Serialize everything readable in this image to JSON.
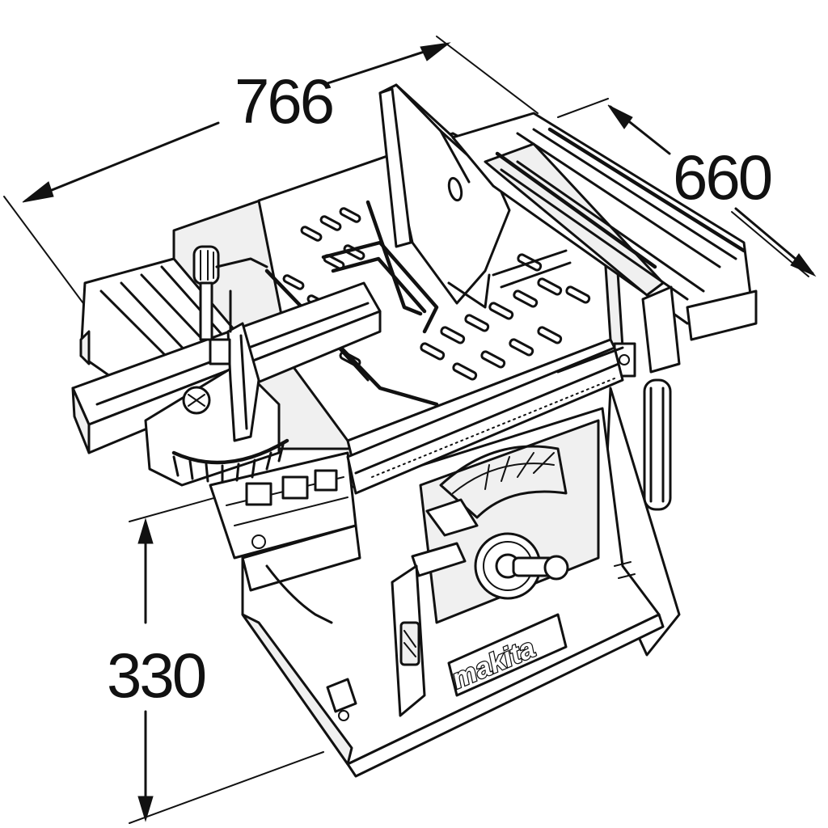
{
  "dimensions": {
    "length": "766",
    "depth": "660",
    "height": "330"
  },
  "brand": {
    "logo_text": "makita"
  },
  "colors": {
    "line": "#111111",
    "background": "#ffffff"
  }
}
